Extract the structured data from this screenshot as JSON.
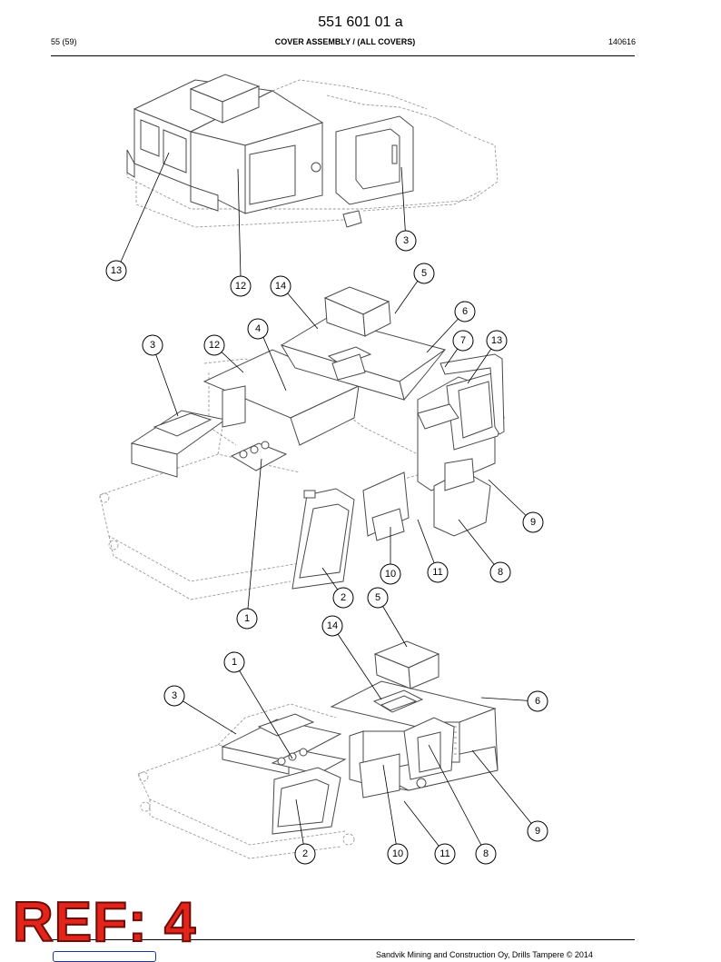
{
  "header": {
    "doc_number": "551 601 01 a",
    "page": "55 (59)",
    "title": "COVER ASSEMBLY / (ALL COVERS)",
    "date": "140616"
  },
  "views": [
    {
      "name": "top-view",
      "callouts": [
        "3",
        "13",
        "12"
      ]
    },
    {
      "name": "middle-view",
      "callouts": [
        "5",
        "14",
        "6",
        "4",
        "7",
        "13",
        "3",
        "12",
        "9",
        "10",
        "11",
        "8",
        "2",
        "1"
      ]
    },
    {
      "name": "bottom-view",
      "callouts": [
        "5",
        "14",
        "1",
        "3",
        "6",
        "9",
        "2",
        "10",
        "11",
        "8"
      ]
    }
  ],
  "stamp": "REF: 4",
  "footer": {
    "copyright": "Sandvik Mining and Construction Oy, Drills Tampere © 2014"
  },
  "colors": {
    "stamp_red": "#e3241b",
    "line": "#000000",
    "drawing_line": "#4a4a4a",
    "hidden_line": "#9a9a9a"
  }
}
